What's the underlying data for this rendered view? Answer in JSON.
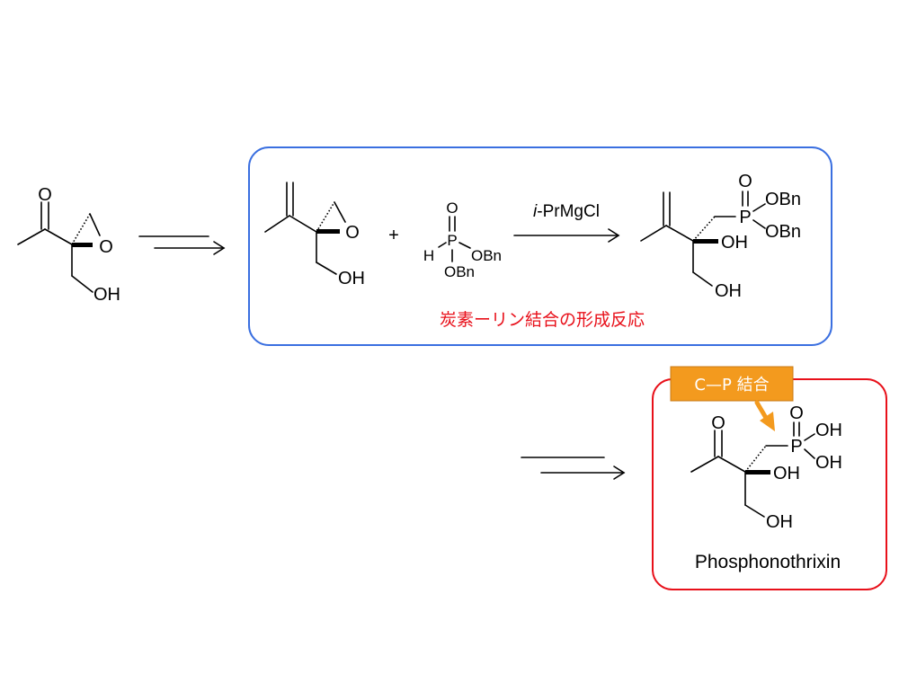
{
  "start_material": {
    "carbonyl_o": "O",
    "epoxide_o": "O",
    "hydroxyl": "OH"
  },
  "box_blue": {
    "epoxide_o": "O",
    "epoxide_oh": "OH",
    "plus": "+",
    "phosphite": {
      "o_top": "O",
      "p": "P",
      "h": "H",
      "obn_right": "OBn",
      "obn_bottom": "OBn"
    },
    "reagent_prefix": "i",
    "reagent_rest": "-PrMgCl",
    "product": {
      "o_top": "O",
      "p": "P",
      "obn_1": "OBn",
      "obn_2": "OBn",
      "oh_tert": "OH",
      "oh_primary": "OH"
    },
    "caption": "炭素ーリン結合の形成反応",
    "border_color": "#3a6fe0"
  },
  "box_red": {
    "callout": "C—P 結合",
    "callout_color": "#f39a1e",
    "carbonyl_o": "O",
    "p_o": "O",
    "p": "P",
    "p_oh_1": "OH",
    "p_oh_2": "OH",
    "oh_tert": "OH",
    "oh_primary": "OH",
    "product_name": "Phosphonothrixin",
    "border_color": "#e8101a"
  }
}
